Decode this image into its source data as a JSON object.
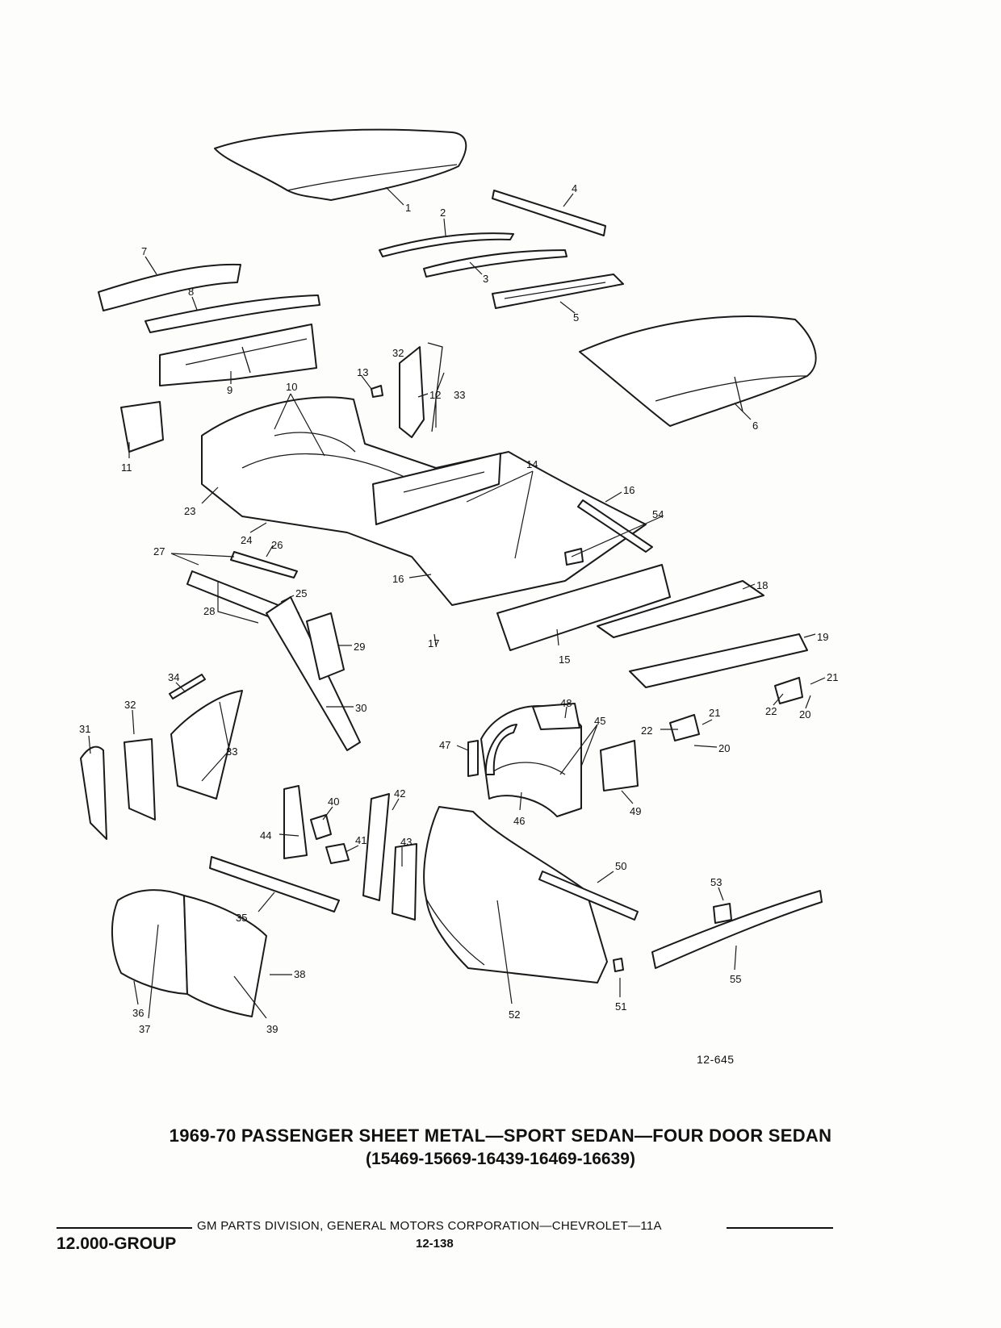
{
  "diagram": {
    "figure_number": "12-645",
    "callouts": [
      "1",
      "2",
      "3",
      "4",
      "5",
      "6",
      "7",
      "8",
      "9",
      "10",
      "11",
      "12",
      "13",
      "14",
      "15",
      "16",
      "16",
      "17",
      "18",
      "19",
      "20",
      "20",
      "21",
      "21",
      "22",
      "22",
      "23",
      "24",
      "25",
      "26",
      "27",
      "28",
      "29",
      "30",
      "31",
      "32",
      "32",
      "33",
      "33",
      "34",
      "35",
      "36",
      "37",
      "38",
      "39",
      "40",
      "41",
      "42",
      "43",
      "44",
      "45",
      "46",
      "47",
      "48",
      "49",
      "50",
      "51",
      "52",
      "53",
      "54",
      "55"
    ]
  },
  "title": {
    "main": "1969-70 PASSENGER SHEET METAL—SPORT SEDAN—FOUR DOOR SEDAN",
    "models": "(15469-15669-16439-16469-16639)"
  },
  "footer": {
    "credit": "GM PARTS DIVISION, GENERAL MOTORS CORPORATION—CHEVROLET—11A",
    "group": "12.000-GROUP",
    "page": "12-138"
  }
}
